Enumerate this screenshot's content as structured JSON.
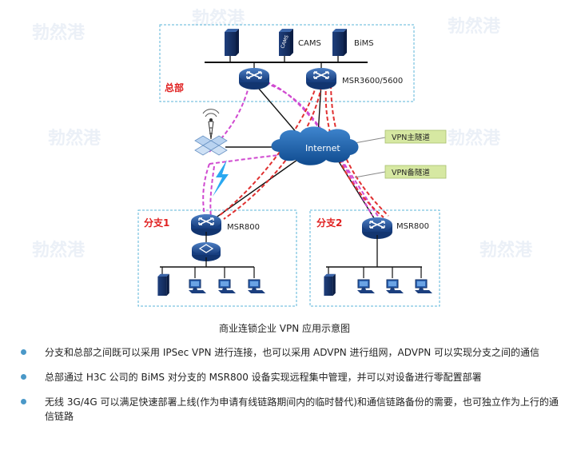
{
  "diagram": {
    "hq": {
      "label": "总部",
      "server_cams_label": "CAMS",
      "server_cams_tag": "CAMS",
      "server_bims_label": "BiMS",
      "router_label": "MSR3600/5600"
    },
    "internet_label": "Internet",
    "callouts": {
      "primary_tunnel": "VPN主隧道",
      "backup_tunnel": "VPN备隧道"
    },
    "branch1": {
      "label": "分支1",
      "router_label": "MSR800"
    },
    "branch2": {
      "label": "分支2",
      "router_label": "MSR800"
    },
    "watermark": "勃然港",
    "colors": {
      "zone_border": "#5bb6d8",
      "zone_label": "#e02020",
      "magenta_link": "#d04ad0",
      "red_link": "#e03030",
      "cloud": "#1a5fa8",
      "router": "#1e4f9c",
      "callout_fill": "#d6e8a2"
    }
  },
  "caption": "商业连锁企业 VPN 应用示意图",
  "bullets": [
    "分支和总部之间既可以采用 IPSec VPN 进行连接，也可以采用 ADVPN 进行组网，ADVPN 可以实现分支之间的通信",
    "总部通过 H3C 公司的 BiMS 对分支的 MSR800 设备实现远程集中管理，并可以对设备进行零配置部署",
    "无线 3G/4G 可以满足快速部署上线(作为申请有线链路期间内的临时替代)和通信链路备份的需要，也可独立作为上行的通信链路"
  ]
}
